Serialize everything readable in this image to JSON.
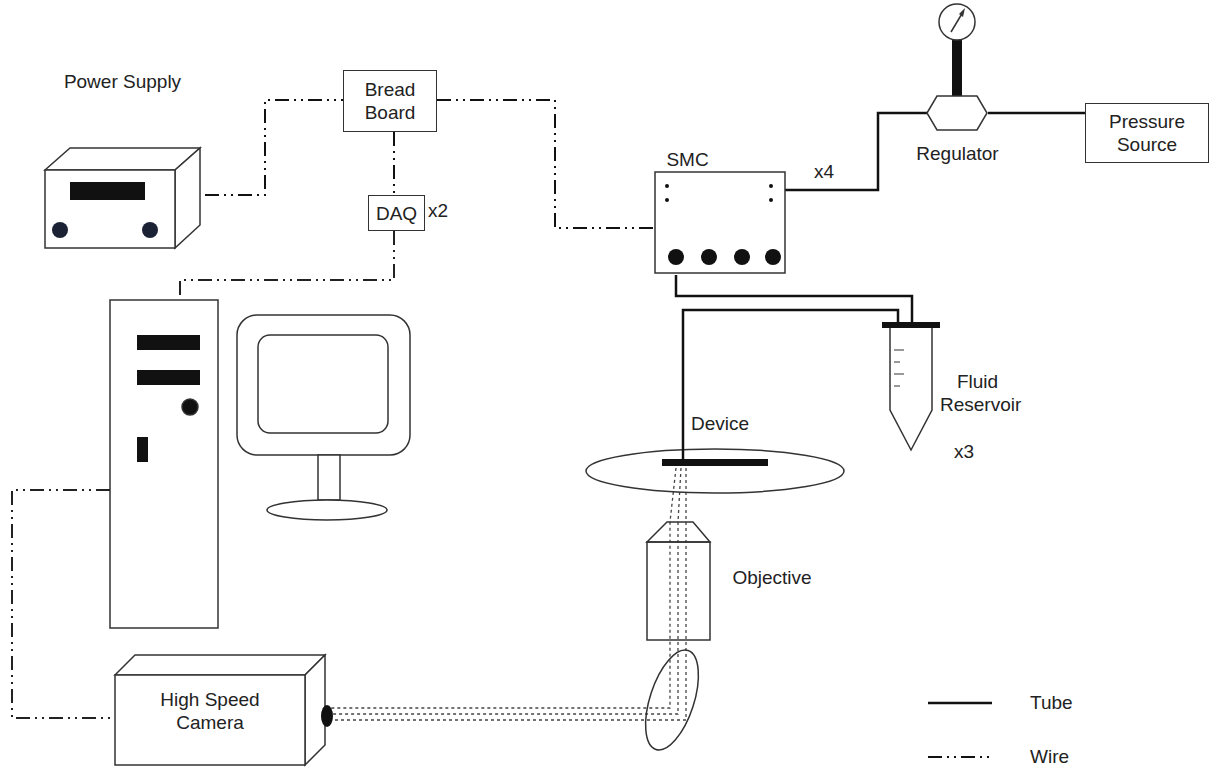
{
  "diagram": {
    "nodes": [
      {
        "text": [
          "Power Supply"
        ]
      },
      {
        "text": [
          "Bread Board"
        ]
      },
      {
        "text": [
          "DAQ"
        ]
      },
      {
        "text": [
          "SMC"
        ]
      },
      {
        "text": [
          "Regulator"
        ]
      },
      {
        "text": [
          "Pressure Source"
        ]
      },
      {
        "text": [
          "Fluid Reservoir"
        ]
      },
      {
        "text": [
          "Device"
        ]
      },
      {
        "text": [
          "Objective"
        ]
      },
      {
        "text": [
          "High Speed Camera"
        ]
      }
    ],
    "edges": [
      {
        "from": 0,
        "to": 1,
        "arrow": "none"
      },
      {
        "from": 1,
        "to": 2,
        "arrow": "none"
      },
      {
        "from": 1,
        "to": 3,
        "arrow": "none"
      },
      {
        "from": 3,
        "to": 4,
        "arrow": "none"
      },
      {
        "from": 4,
        "to": 5,
        "arrow": "none"
      },
      {
        "from": 3,
        "to": 6,
        "arrow": "none"
      },
      {
        "from": 6,
        "to": 7,
        "arrow": "none"
      }
    ],
    "labels": [
      "x2",
      "x4",
      "x3"
    ],
    "legend": [
      {
        "text": "Tube"
      },
      {
        "text": "Wire"
      }
    ]
  }
}
